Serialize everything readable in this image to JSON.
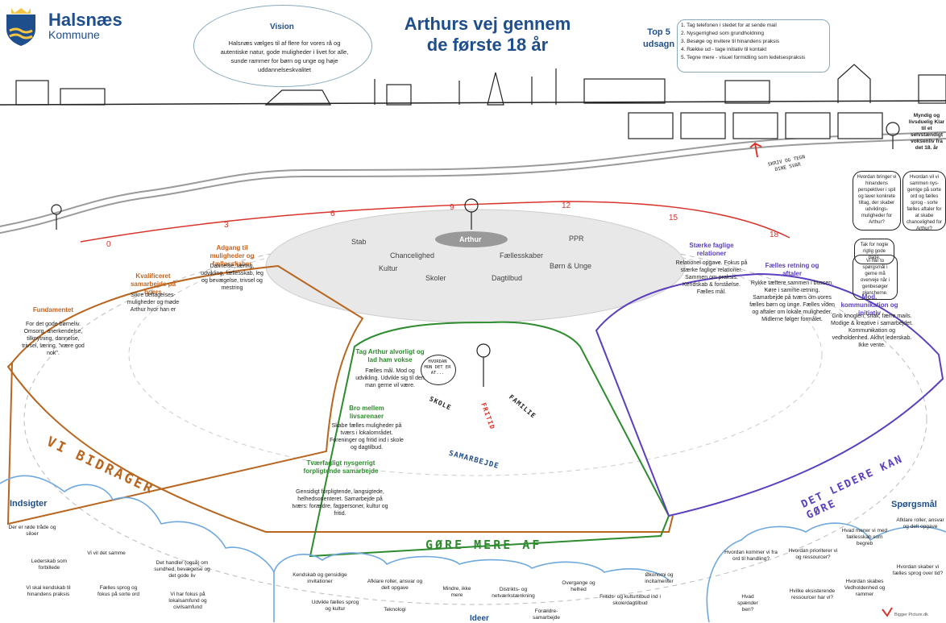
{
  "brand": {
    "name": "Halsnæs",
    "sub": "Kommune"
  },
  "title": {
    "line1": "Arthurs vej gennem",
    "line2": "de første 18 år"
  },
  "vision": {
    "heading": "Vision",
    "text": "Halsnæs vælges til af flere for vores rå og autentiske natur, gode muligheder i livet for alle, sunde rammer for børn og unge og høje uddannelseskvalitet"
  },
  "top5": {
    "heading_line1": "Top 5",
    "heading_line2": "udsagn",
    "items": [
      "1. Tag telefonen i stedet for at sende mail",
      "2. Nysgerrighed som grundholdning",
      "3. Besøge og invitere til hinandens praksis",
      "4. Række ud - tage initiativ til kontakt",
      "5. Tegne mere - visuel formidling som ledelsespraksis"
    ]
  },
  "age_marks": [
    "0",
    "3",
    "6",
    "9",
    "12",
    "15",
    "18"
  ],
  "myndig": "Myndig og livsduelig Klar til et selvstændigt voksenliv fra det 18. år",
  "skriv": "SKRIV OG TEGN DINE SVAR",
  "center": {
    "arthur": "Arthur",
    "stab": "Stab",
    "chancelighed": "Chancelighed",
    "faellesskaber": "Fællesskaber",
    "ppr": "PPR",
    "kultur": "Kultur",
    "born_unge": "Børn & Unge",
    "skoler": "Skoler",
    "dagtilbud": "Dagtilbud"
  },
  "left": {
    "fundamentet_h": "Fundamentet",
    "fundamentet_t": "For det gode børneliv. Omsorg, anerkendelse, tilknytning, dannelse, trivsel, læring, \"være god nok\".",
    "kvalificeret_h": "Kvalificeret samarbejde på tværs",
    "kvalificeret_t": "Sikre deltagelses-muligheder og møde Arthur hvor han er",
    "adgang_h": "Adgang til muligheder og fællesskaber",
    "adgang_t": "Dannelse, læring, udvikling, fællesskab, leg og bevægelse, trivsel og mestring",
    "banner": "VI BIDRAGER"
  },
  "middle": {
    "tag_h": "Tag Arthur alvorligt og lad ham vokse",
    "tag_t": "Fælles mål. Mod og udvikling. Udvikle sig til den man gerne vil være.",
    "bro_h": "Bro mellem livsarenaer",
    "bro_t": "Skabe fælles muligheder på tværs i lokalområdet. Foreninger og fritid ind i skole og dagtilbud.",
    "tvaer_h": "Tværfagligt nysgerrigt forpligtende samarbejde",
    "tvaer_t": "Gensidigt forpligtende, langsigtede, helhedsorienteret. Samarbejde på tværs: forældre, fagpersoner, kultur og fritid.",
    "skole": "SKOLE",
    "fritid": "FRITID",
    "familie": "FAMILIE",
    "samarbejde": "SAMARBEJDE",
    "hvordan": "HVORDAN MON DET ER AT...",
    "banner": "GØRE MERE AF"
  },
  "right": {
    "staerke_h": "Stærke faglige relationer",
    "staerke_t": "Relationel opgave. Fokus på stærke faglige relationer. Sammen om praksis. Kendskab & forståelse. Fælles mål.",
    "faelles_h": "Fælles retning og aftaler",
    "faelles_t": "Rykke tættere sammen i bussen. Køre i samme retning. Samarbejde på tværs om vores fælles børn og unge. Fælles viden og aftaler om lokale muligheder. Midlerne følger formålet.",
    "mod_h": "Mod, kommunikation og initiativ",
    "mod_t": "Grib knoglen, snak, færre mails. Modige & kreative i samarbejdet. Kommunikation og vedholdenhed. Aktivt lederskab. Ikke vente.",
    "banner": "DET LEDERE KAN GØRE"
  },
  "speech": {
    "b1": "Hvordan bringer vi hinandens perspektiver i spil og laver konkrete tiltag, der skaber udviklings-muligheder for Arthur?",
    "b2": "Hvordan vil vi sammen nys-gerrige på sorte ord og fælles sprog - sorte fælles aftaler for at skabe chancelighed for Arthur?",
    "b3": "Tak for nogle rigtig gode dage.",
    "b4": "Vi har to spørgsmål i gerne må overveje når i genbesøger plancherne."
  },
  "indsigter": {
    "heading": "Indsigter",
    "items": [
      "Der er røde tråde og siloer",
      "Lederskab som forbillede",
      "Vi skal kendskab til hinandens praksis",
      "Vi vil det samme",
      "Fælles sprog og fokus på sorte ord",
      "Det handler (også) om sundhed, bevægelse og det gode liv",
      "Vi har fokus på lokalsamfund og civilsamfund"
    ]
  },
  "ideer": {
    "heading": "Ideer",
    "items": [
      "Kendskab og gensidige invitationer",
      "Udvikle fælles sprog og kultur",
      "Afklare roller, ansvar og delt opgave",
      "Teknologi",
      "Mindre, ikke mere",
      "Distrikts- og netværkstænkning",
      "Overgange og helhed",
      "Forældre-samarbejde",
      "Økonomi og incitamenter",
      "Fritids- og kulturtilbud ind i skole/dagtilbud"
    ]
  },
  "sporgsmal": {
    "heading": "Spørgsmål",
    "items": [
      "Hvordan kommer vi fra ord til handling?",
      "Hvad spænder ben?",
      "Hvordan prioriterer vi og ressourcer?",
      "Hvilke eksisterende ressourcer har vi?",
      "Hvad mener vi med fællesskab som begreb",
      "Hvordan skabes Vedholdenhed og rammer",
      "Afklare roller, ansvar og delt opgave",
      "Hvordan skaber vi fælles sprog over tid?"
    ]
  },
  "credit": "Bigger Picture.dk",
  "colors": {
    "blue": "#1f4e8c",
    "orange": "#b8651f",
    "green": "#2e8b2e",
    "purple": "#5b3fbf",
    "red": "#d9342b",
    "cloud": "#6fa8dc"
  }
}
